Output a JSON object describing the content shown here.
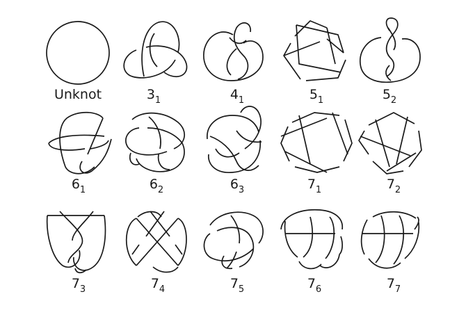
{
  "knots": [
    {
      "id": "unknot",
      "name": "Unknot",
      "sub": ""
    },
    {
      "id": "3_1",
      "name": "3",
      "sub": "1"
    },
    {
      "id": "4_1",
      "name": "4",
      "sub": "1"
    },
    {
      "id": "5_1",
      "name": "5",
      "sub": "1"
    },
    {
      "id": "5_2",
      "name": "5",
      "sub": "2"
    },
    {
      "id": "6_1",
      "name": "6",
      "sub": "1"
    },
    {
      "id": "6_2",
      "name": "6",
      "sub": "2"
    },
    {
      "id": "6_3",
      "name": "6",
      "sub": "3"
    },
    {
      "id": "7_1",
      "name": "7",
      "sub": "1"
    },
    {
      "id": "7_2",
      "name": "7",
      "sub": "2"
    },
    {
      "id": "7_3",
      "name": "7",
      "sub": "3"
    },
    {
      "id": "7_4",
      "name": "7",
      "sub": "4"
    },
    {
      "id": "7_5",
      "name": "7",
      "sub": "5"
    },
    {
      "id": "7_6",
      "name": "7",
      "sub": "6"
    },
    {
      "id": "7_7",
      "name": "7",
      "sub": "7"
    }
  ],
  "colors": {
    "ink": "#1a1a1a",
    "background": "#ffffff"
  }
}
